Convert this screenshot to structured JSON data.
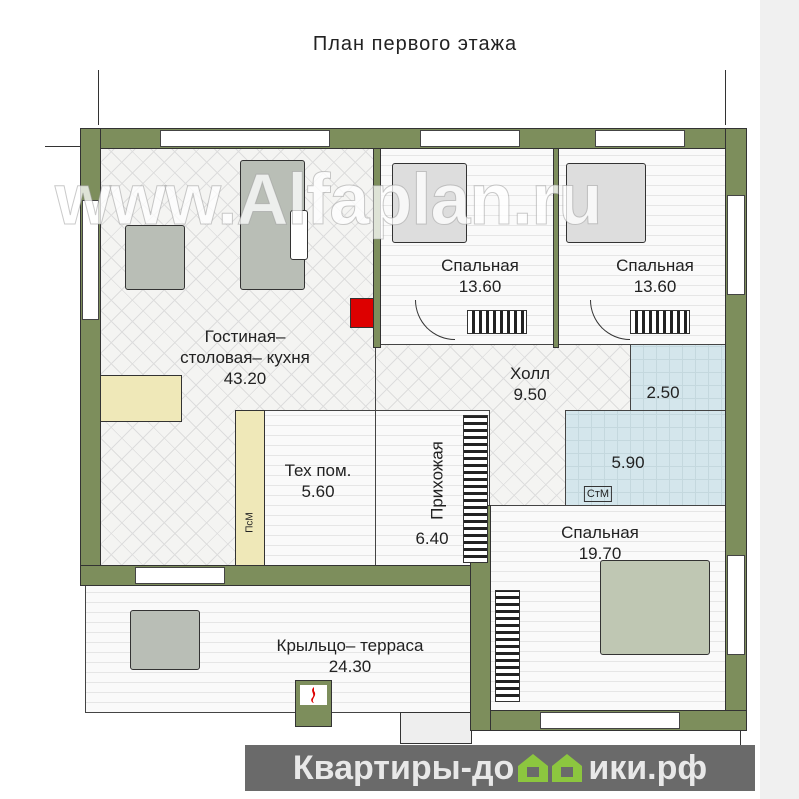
{
  "title": "План первого этажа",
  "watermark": "www.Alfaplan.ru",
  "banner": {
    "text_left": "Квартиры-до",
    "text_right": "ики.рф"
  },
  "rooms": {
    "living": {
      "line1": "Гостиная–",
      "line2": "столовая– кухня",
      "area": "43.20"
    },
    "bedroom1": {
      "name": "Спальная",
      "area": "13.60"
    },
    "bedroom2": {
      "name": "Спальная",
      "area": "13.60"
    },
    "hall": {
      "name": "Холл",
      "area": "9.50"
    },
    "wc": {
      "area": "2.50"
    },
    "bath": {
      "area": "5.90",
      "appliance": "СтМ"
    },
    "tech": {
      "name": "Тех пом.",
      "area": "5.60",
      "appliance": "ПсМ"
    },
    "entry": {
      "name": "Прихожая",
      "area": "6.40"
    },
    "bedroom3": {
      "name": "Спальная",
      "area": "19.70"
    },
    "terrace": {
      "name": "Крыльцо– терраса",
      "area": "24.30"
    }
  },
  "colors": {
    "wall": "#7d8e5c",
    "wet": "#d4e6ec",
    "banner": "#6a6a6a",
    "house_icon": "#8cc63f"
  }
}
